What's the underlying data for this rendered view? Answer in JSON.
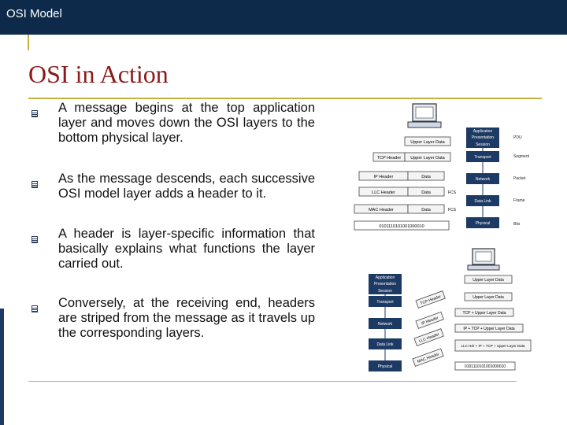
{
  "header": {
    "title": "OSI Model"
  },
  "slide": {
    "title": "OSI in Action",
    "bullets": [
      "A message begins at the top application layer and moves down the OSI layers to the bottom physical layer.",
      "As the message descends, each successive OSI model layer adds a header to it.",
      "A header is layer-specific information that basically explains what functions the layer carried out.",
      "Conversely, at the receiving end, headers are striped from the message as it travels up the corresponding layers."
    ]
  },
  "diagram_top": {
    "layers": [
      "Application",
      "Presentation",
      "Session",
      "Transport",
      "Network",
      "Data Link",
      "Physical"
    ],
    "pdu_labels": [
      "PDU",
      "Segment",
      "Packet",
      "Frame",
      "Bits"
    ],
    "rows": [
      {
        "header": "",
        "data": "Upper Layer Data",
        "trailer": ""
      },
      {
        "header": "TCP Header",
        "data": "Upper Layer Data",
        "trailer": ""
      },
      {
        "header": "IP Header",
        "data": "Data",
        "trailer": ""
      },
      {
        "header": "LLC Header",
        "data": "Data",
        "trailer": "FCS"
      },
      {
        "header": "MAC Header",
        "data": "Data",
        "trailer": "FCS"
      }
    ],
    "bits": "0101110101001000010"
  },
  "diagram_bottom": {
    "layers": [
      "Application",
      "Presentation",
      "Session",
      "Transport",
      "Network",
      "Data Link",
      "Physical"
    ],
    "tags": [
      "TCP Header",
      "IP Header",
      "LLC Header",
      "MAC Header"
    ],
    "rows": [
      "Upper Layer Data",
      "Upper Layer Data",
      "TCP + Upper Layer Data",
      "IP + TCP + Upper Layer Data",
      "LLC Hdr + IP + TCP + Upper Layer Data",
      "0101110101001000010"
    ]
  },
  "colors": {
    "header_bg": "#0d2a4a",
    "title": "#8b1a1a",
    "accent": "#c8b040",
    "layer_box": "#1c3a63"
  }
}
